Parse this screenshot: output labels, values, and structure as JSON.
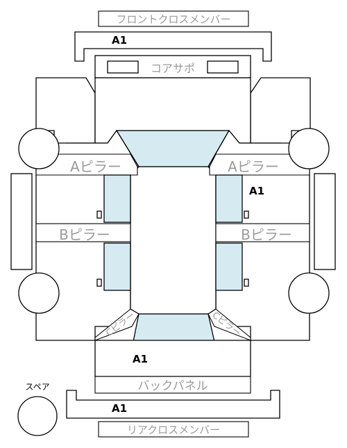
{
  "parts": {
    "front_cross_member": "フロントクロスメンバー",
    "radiator_support": "コアサポ",
    "a_pillar_left": "Aピラー",
    "a_pillar_right": "Aピラー",
    "b_pillar_left": "Bピラー",
    "b_pillar_right": "Bピラー",
    "c_pillar_left": "Cピラー",
    "c_pillar_right": "Cピラー",
    "back_panel": "バックパネル",
    "rear_cross_member": "リアクロスメンバー",
    "spare_label": "スペア"
  },
  "grades": {
    "front_cross_member": "A1",
    "right_side": "A1",
    "trunk": "A1",
    "rear_cross_member": "A1"
  }
}
